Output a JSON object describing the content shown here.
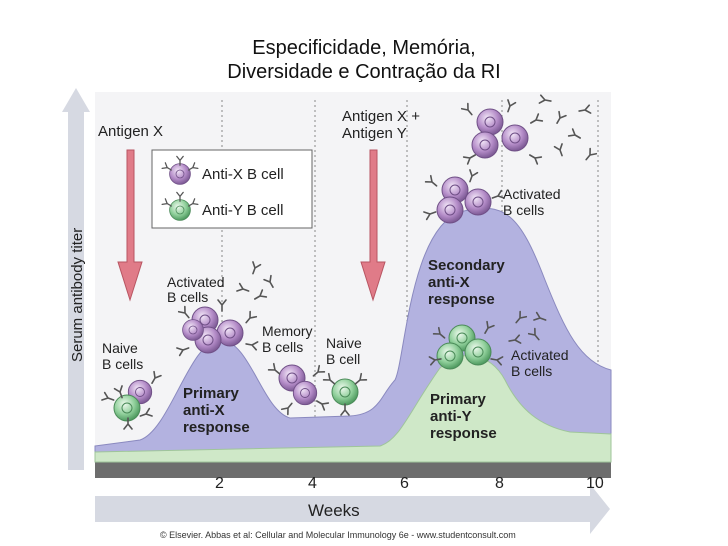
{
  "title_line1": "Especificidade, Memória,",
  "title_line2": "Diversidade e Contração da RI",
  "y_axis_label": "Serum antibody titer",
  "x_axis_label": "Weeks",
  "x_ticks": [
    "2",
    "4",
    "6",
    "8",
    "10"
  ],
  "labels": {
    "antigen_x": "Antigen X",
    "antigen_xy_line1": "Antigen X +",
    "antigen_xy_line2": "Antigen Y",
    "legend_x": "Anti-X B cell",
    "legend_y": "Anti-Y B cell",
    "naive_b_cells_1": "Naive",
    "naive_b_cells_2": "B cells",
    "activated_1_line1": "Activated",
    "activated_1_line2": "B cells",
    "memory_line1": "Memory",
    "memory_line2": "B cells",
    "naive_b_cell_1": "Naive",
    "naive_b_cell_2": "B cell",
    "activated_2_line1": "Activated",
    "activated_2_line2": "B cells",
    "activated_3_line1": "Activated",
    "activated_3_line2": "B cells",
    "primary_x_1": "Primary",
    "primary_x_2": "anti-X",
    "primary_x_3": "response",
    "secondary_x_1": "Secondary",
    "secondary_x_2": "anti-X",
    "secondary_x_3": "response",
    "primary_y_1": "Primary",
    "primary_y_2": "anti-Y",
    "primary_y_3": "response"
  },
  "credit": "© Elsevier. Abbas et al: Cellular and Molecular Immunology 6e - www.studentconsult.com",
  "colors": {
    "anti_x_area": "#b3b2e0",
    "anti_x_cell": "#b48cc8",
    "anti_y_area": "#cfe8c8",
    "anti_y_cell": "#8fcf9a",
    "arrow": "#e07b88",
    "axis_arrow": "#d6d9e2"
  }
}
